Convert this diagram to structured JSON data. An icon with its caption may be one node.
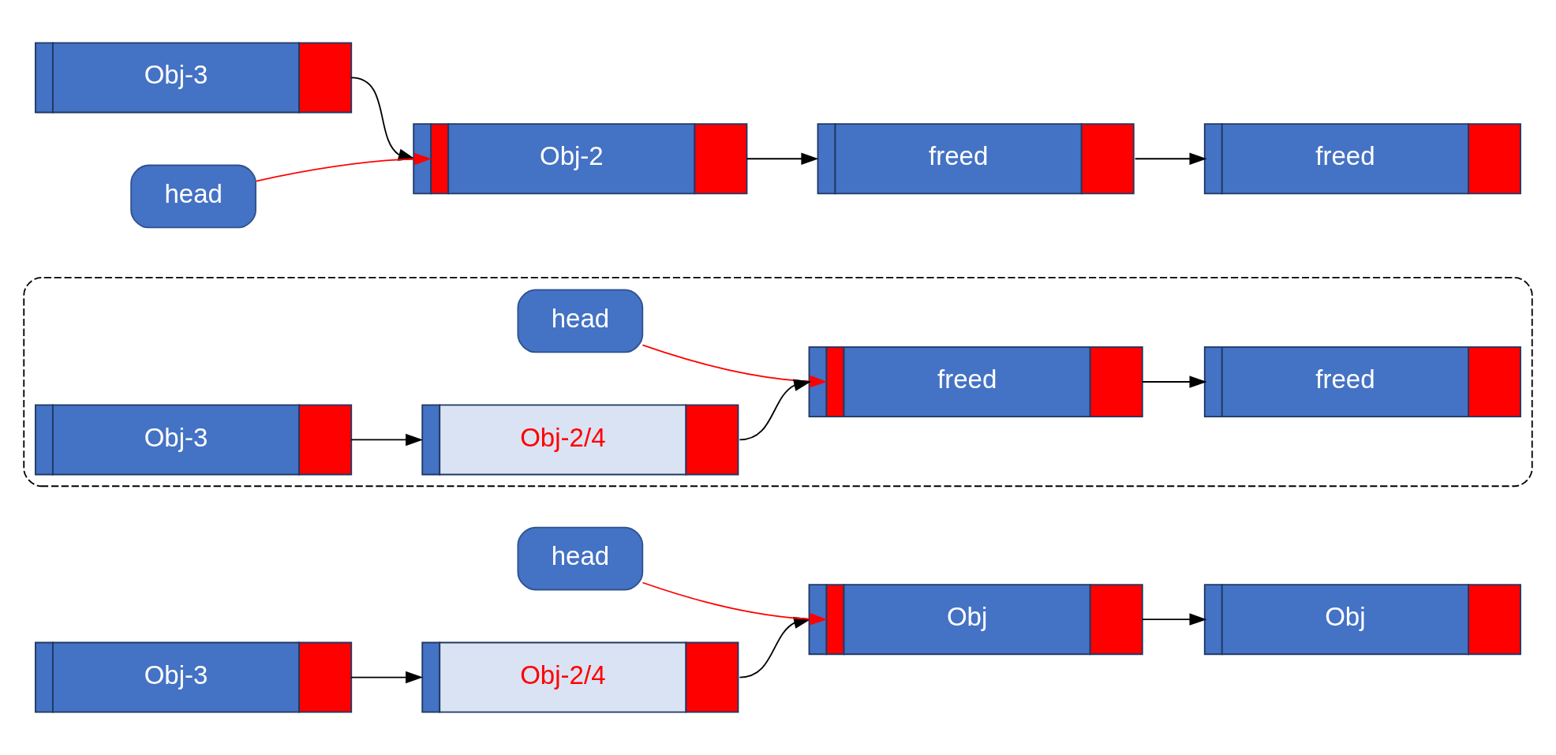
{
  "diagram": {
    "nodes": [
      {
        "text": [
          "head"
        ]
      },
      {
        "text": [
          "Obj-2"
        ]
      },
      {
        "text": [
          "freed"
        ]
      },
      {
        "text": [
          "freed"
        ]
      },
      {
        "text": [
          "Obj-3"
        ]
      },
      {
        "text": [],
        "shape": "box"
      },
      {
        "text": [
          "head"
        ],
        "in": 5
      },
      {
        "text": [
          "freed"
        ],
        "in": 5
      },
      {
        "text": [
          "freed"
        ],
        "in": 5
      },
      {
        "text": [
          "Obj-3"
        ],
        "in": 5
      },
      {
        "text": [
          "Obj-2/4"
        ],
        "in": 5
      },
      {
        "text": [
          "head"
        ]
      },
      {
        "text": [
          "Obj"
        ]
      },
      {
        "text": [
          "Obj"
        ]
      },
      {
        "text": [
          "Obj-3"
        ]
      },
      {
        "text": [
          "Obj-2/4"
        ]
      }
    ],
    "edges": [
      {
        "from": 0,
        "to": 1,
        "arrow": "to",
        "color": "#ff0000"
      },
      {
        "from": 4,
        "to": 1,
        "arrow": "to"
      },
      {
        "from": 1,
        "to": 2,
        "arrow": "to"
      },
      {
        "from": 2,
        "to": 3,
        "arrow": "to"
      },
      {
        "from": 6,
        "to": 7,
        "arrow": "to",
        "color": "#ff0000"
      },
      {
        "from": 9,
        "to": 10,
        "arrow": "to"
      },
      {
        "from": 10,
        "to": 7,
        "arrow": "to"
      },
      {
        "from": 7,
        "to": 8,
        "arrow": "to"
      },
      {
        "from": 11,
        "to": 12,
        "arrow": "to",
        "color": "#ff0000"
      },
      {
        "from": 14,
        "to": 15,
        "arrow": "to"
      },
      {
        "from": 15,
        "to": 12,
        "arrow": "to"
      },
      {
        "from": 12,
        "to": 13,
        "arrow": "to"
      }
    ]
  }
}
